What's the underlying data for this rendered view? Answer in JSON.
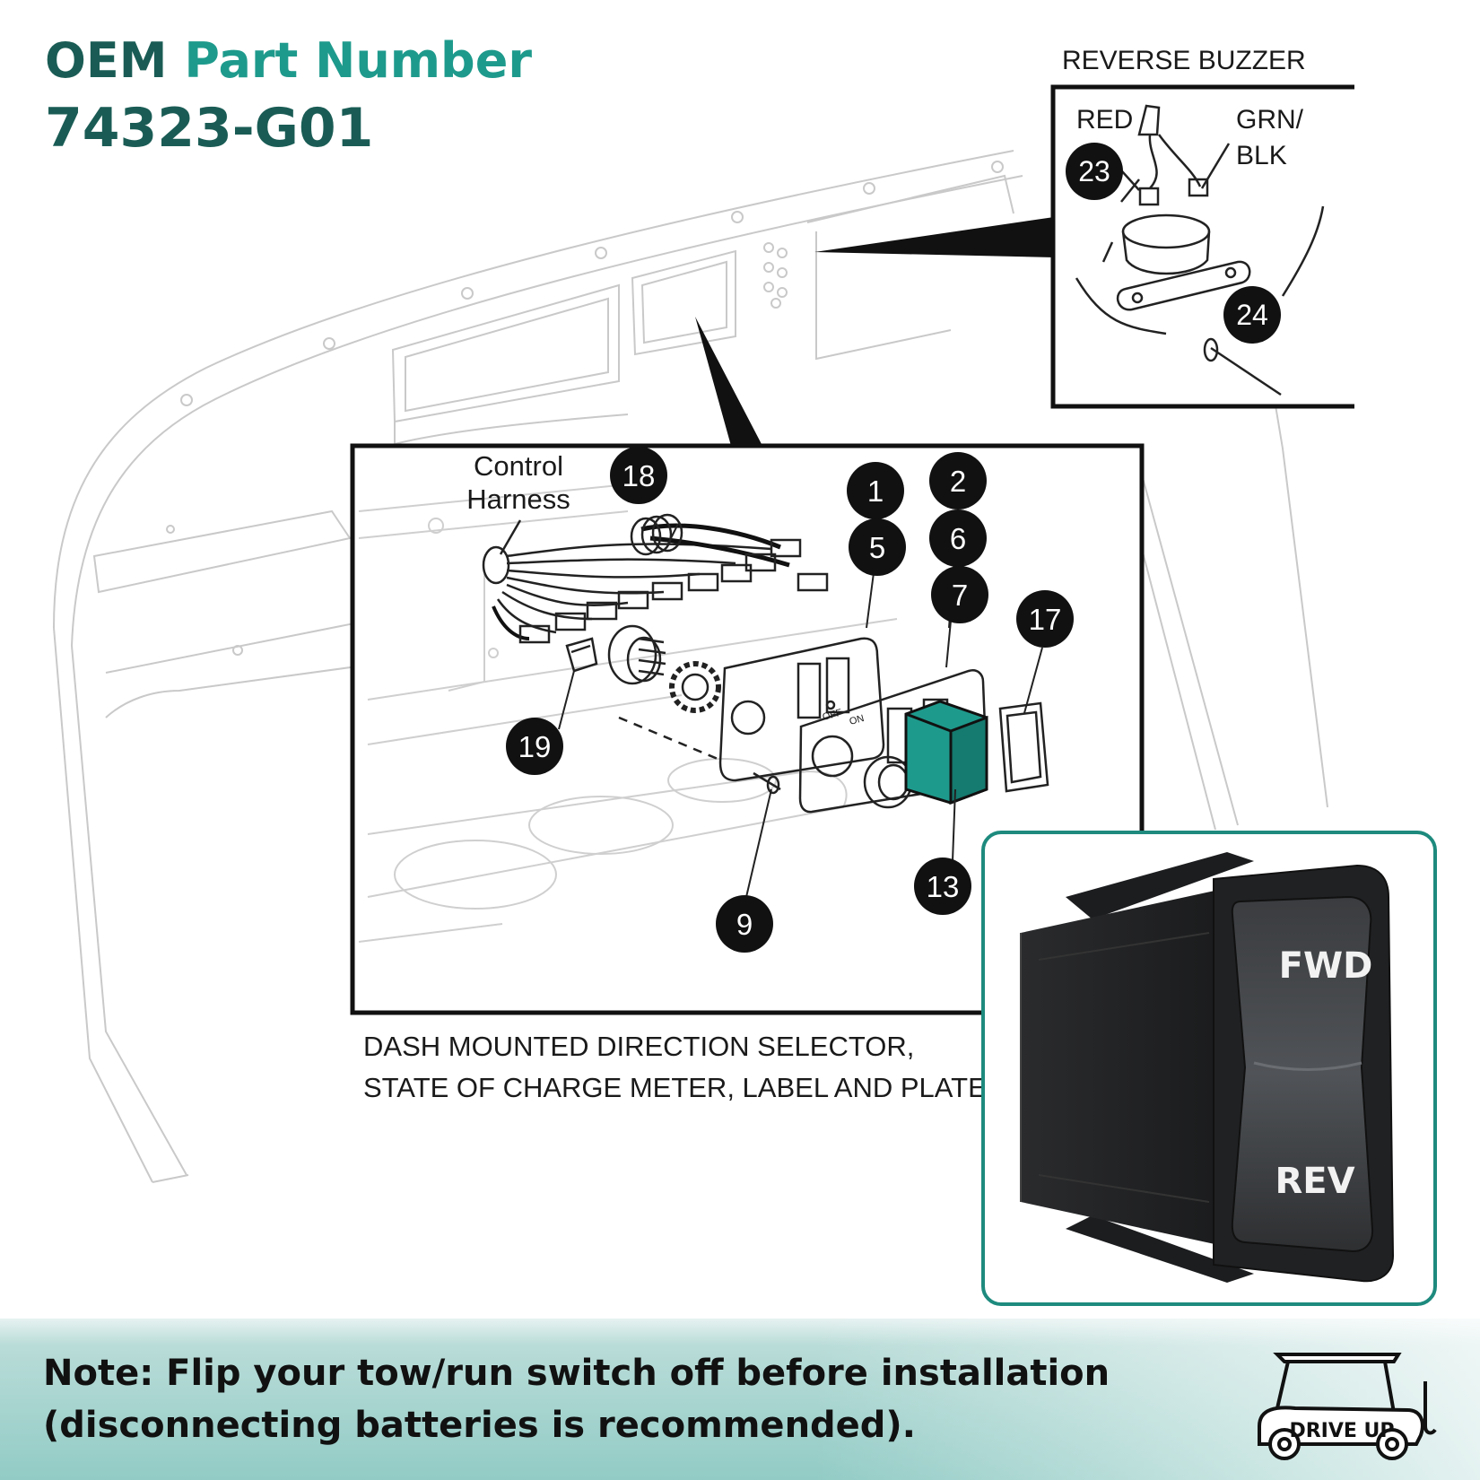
{
  "header": {
    "title_prefix": "OEM",
    "title_accent": "Part Number",
    "part_number": "74323-G01"
  },
  "diagram": {
    "inset_title": "REVERSE BUZZER",
    "wire_red": "RED",
    "wire_grn_line1": "GRN/",
    "wire_grn_line2": "BLK",
    "harness_line1": "Control",
    "harness_line2": "Harness",
    "caption_line1": "DASH MOUNTED DIRECTION SELECTOR,",
    "caption_line2": "STATE OF CHARGE METER, LABEL AND PLATE",
    "switch_off": "OFF",
    "switch_on": "ON",
    "callouts": [
      "23",
      "24",
      "18",
      "1",
      "2",
      "5",
      "6",
      "7",
      "17",
      "19",
      "13",
      "9"
    ]
  },
  "photo": {
    "fwd": "FWD",
    "rev": "REV"
  },
  "footer": {
    "note_line1": "Note: Flip your tow/run switch off before installation",
    "note_line2": "(disconnecting batteries is recommended).",
    "logo_text": "DRIVE UP"
  },
  "colors": {
    "brand_dark": "#1a5c55",
    "brand_teal": "#1e9a8c",
    "switch_highlight": "#1e9a8c",
    "frame": "#1e8a7e"
  }
}
